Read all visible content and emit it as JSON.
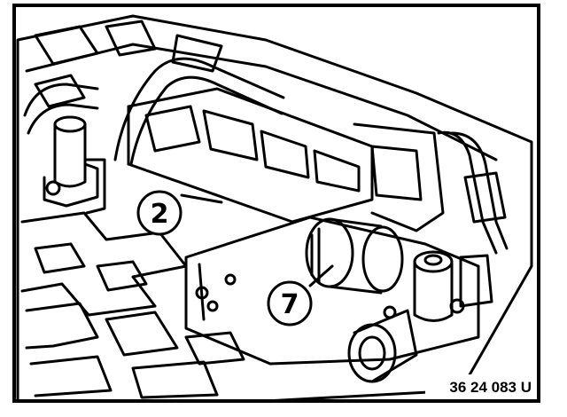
{
  "callouts": [
    {
      "label": "2"
    },
    {
      "label": "7"
    }
  ],
  "reference_code": "36 24 083 U",
  "colors": {
    "ink": "#000000",
    "paper": "#ffffff"
  }
}
